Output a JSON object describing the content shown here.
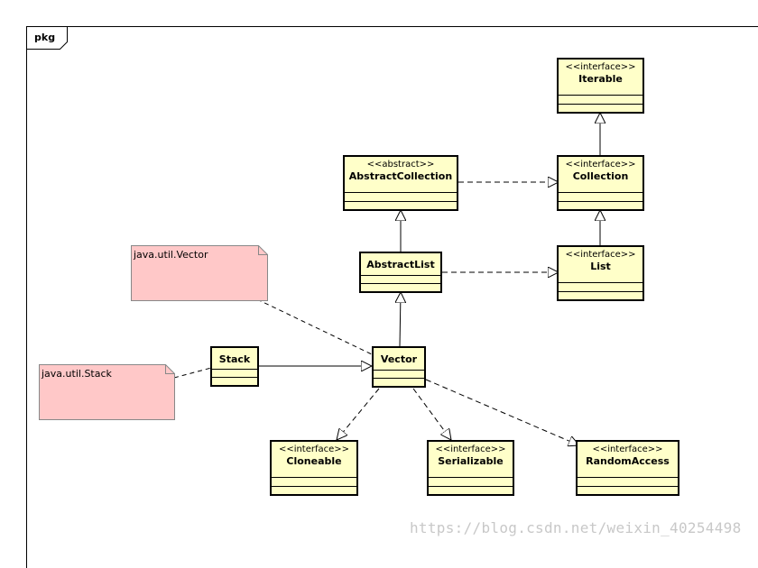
{
  "frame": {
    "label": "pkg"
  },
  "classes": {
    "iterable": {
      "stereotype": "<<interface>>",
      "name": "Iterable"
    },
    "abstract_collection": {
      "stereotype": "<<abstract>>",
      "name": "AbstractCollection"
    },
    "collection": {
      "stereotype": "<<interface>>",
      "name": "Collection"
    },
    "abstract_list": {
      "name": "AbstractList"
    },
    "list": {
      "stereotype": "<<interface>>",
      "name": "List"
    },
    "stack": {
      "name": "Stack"
    },
    "vector": {
      "name": "Vector"
    },
    "cloneable": {
      "stereotype": "<<interface>>",
      "name": "Cloneable"
    },
    "serializable": {
      "stereotype": "<<interface>>",
      "name": "Serializable"
    },
    "random_access": {
      "stereotype": "<<interface>>",
      "name": "RandomAccess"
    }
  },
  "notes": {
    "vector": "java.util.Vector",
    "stack": "java.util.Stack"
  },
  "watermark": "https://blog.csdn.net/weixin_40254498",
  "colors": {
    "class_fill": "#ffffc9",
    "note_fill": "#ffc8c8",
    "line": "#000000"
  }
}
